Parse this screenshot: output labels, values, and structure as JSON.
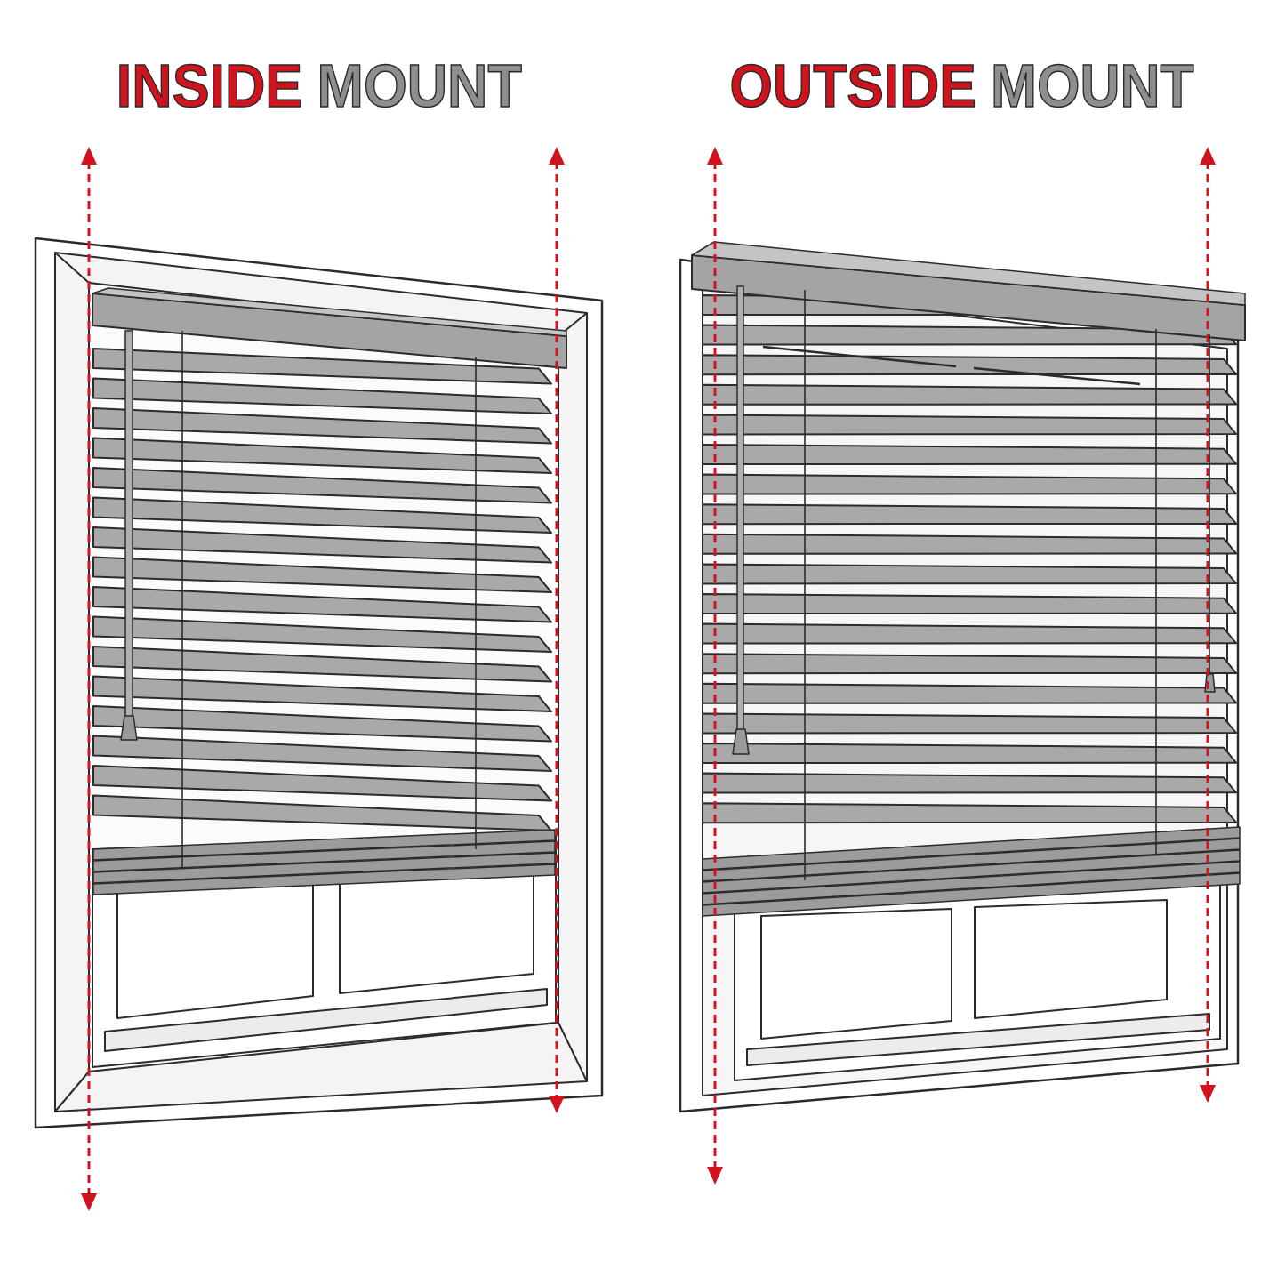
{
  "diagram": {
    "labels": [
      "INSIDE",
      "MOUNT",
      "OUTSIDE",
      "MOUNT"
    ]
  }
}
